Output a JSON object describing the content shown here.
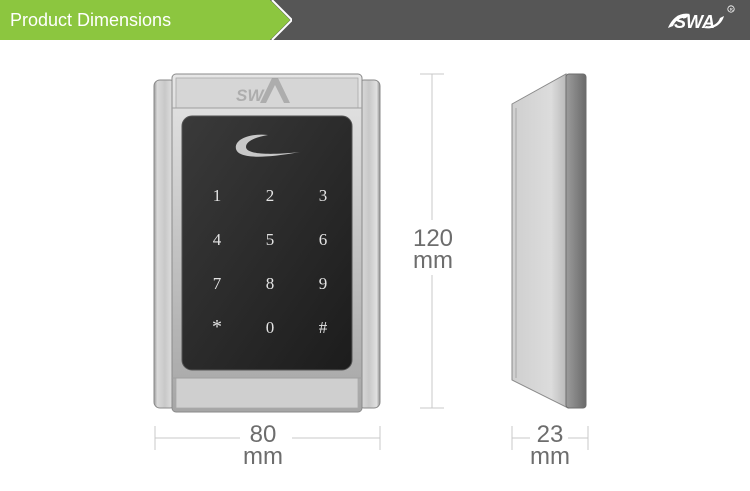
{
  "header": {
    "title": "Product Dimensions",
    "logo_icon": "swa-brand-logo",
    "tab_color": "#8cc63f",
    "bar_color": "#565656"
  },
  "device": {
    "logo_icon": "embossed-brand-logo",
    "indicator_icon": "crescent-indicator-icon",
    "keys": [
      "1",
      "2",
      "3",
      "4",
      "5",
      "6",
      "7",
      "8",
      "9",
      "*",
      "0",
      "#"
    ]
  },
  "dimensions": {
    "height_value": "120",
    "height_unit": "mm",
    "width_value": "80",
    "width_unit": "mm",
    "depth_value": "23",
    "depth_unit": "mm"
  }
}
